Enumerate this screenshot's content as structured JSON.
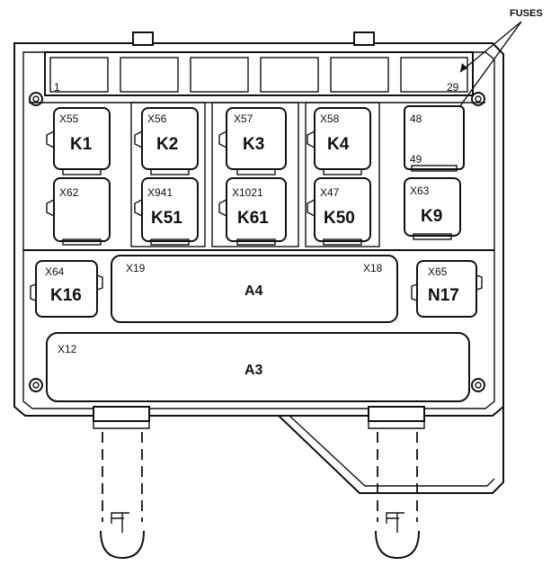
{
  "callout": {
    "label": "FUSES"
  },
  "fuse_row": {
    "first": "1",
    "last": "29"
  },
  "fuse_block": {
    "top": "48",
    "bottom": "49"
  },
  "relays_upper": [
    {
      "conn": "X55",
      "name": "K1"
    },
    {
      "conn": "X56",
      "name": "K2"
    },
    {
      "conn": "X57",
      "name": "K3"
    },
    {
      "conn": "X58",
      "name": "K4"
    }
  ],
  "relays_lower": [
    {
      "conn": "X62",
      "name": ""
    },
    {
      "conn": "X941",
      "name": "K51"
    },
    {
      "conn": "X1021",
      "name": "K61"
    },
    {
      "conn": "X47",
      "name": "K50"
    },
    {
      "conn": "X63",
      "name": "K9"
    }
  ],
  "middle_row": {
    "left": {
      "conn": "X64",
      "name": "K16"
    },
    "module": {
      "conn_left": "X19",
      "conn_right": "X18",
      "name": "A4"
    },
    "right": {
      "conn": "X65",
      "name": "N17"
    }
  },
  "bottom_module": {
    "conn": "X12",
    "name": "A3"
  }
}
